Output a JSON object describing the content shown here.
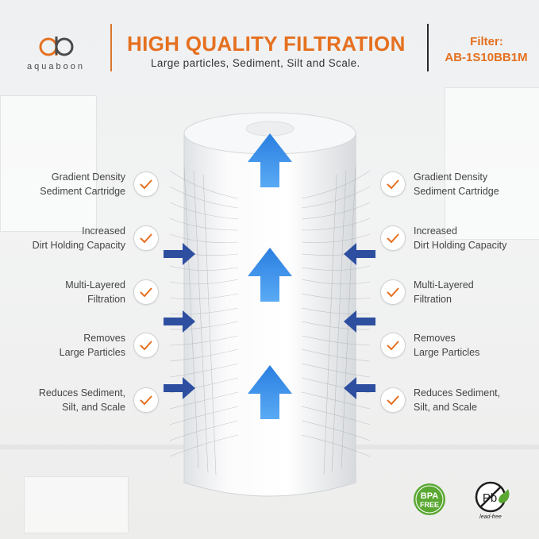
{
  "brand": {
    "logo_letters": "ab",
    "name": "aquaboon"
  },
  "header": {
    "title": "HIGH QUALITY FILTRATION",
    "subtitle": "Large particles, Sediment, Silt and Scale.",
    "filter_label": "Filter:",
    "filter_code": "AB-1S10BB1M"
  },
  "features_left": [
    {
      "line1": "Gradient Density",
      "line2": "Sediment Cartridge"
    },
    {
      "line1": "Increased",
      "line2": "Dirt Holding Capacity"
    },
    {
      "line1": "Multi-Layered",
      "line2": "Filtration"
    },
    {
      "line1": "Removes",
      "line2": "Large Particles"
    },
    {
      "line1": "Reduces Sediment,",
      "line2": "Silt, and Scale"
    }
  ],
  "features_right": [
    {
      "line1": "Gradient Density",
      "line2": "Sediment Cartridge"
    },
    {
      "line1": "Increased",
      "line2": "Dirt Holding Capacity"
    },
    {
      "line1": "Multi-Layered",
      "line2": "Filtration"
    },
    {
      "line1": "Removes",
      "line2": "Large Particles"
    },
    {
      "line1": "Reduces Sediment,",
      "line2": "Silt, and Scale"
    }
  ],
  "badges": {
    "bpa_line1": "BPA",
    "bpa_line2": "FREE",
    "lead_symbol": "Pb",
    "lead_caption": "lead-free"
  },
  "colors": {
    "accent_orange": "#e5701f",
    "arrow_blue": "#2f88e8",
    "inflow_navy": "#2e4fa0",
    "badge_green": "#5aa832"
  },
  "icons": [
    "check-icon",
    "up-arrow-icon",
    "inflow-arrow-icon",
    "leaf-icon"
  ]
}
